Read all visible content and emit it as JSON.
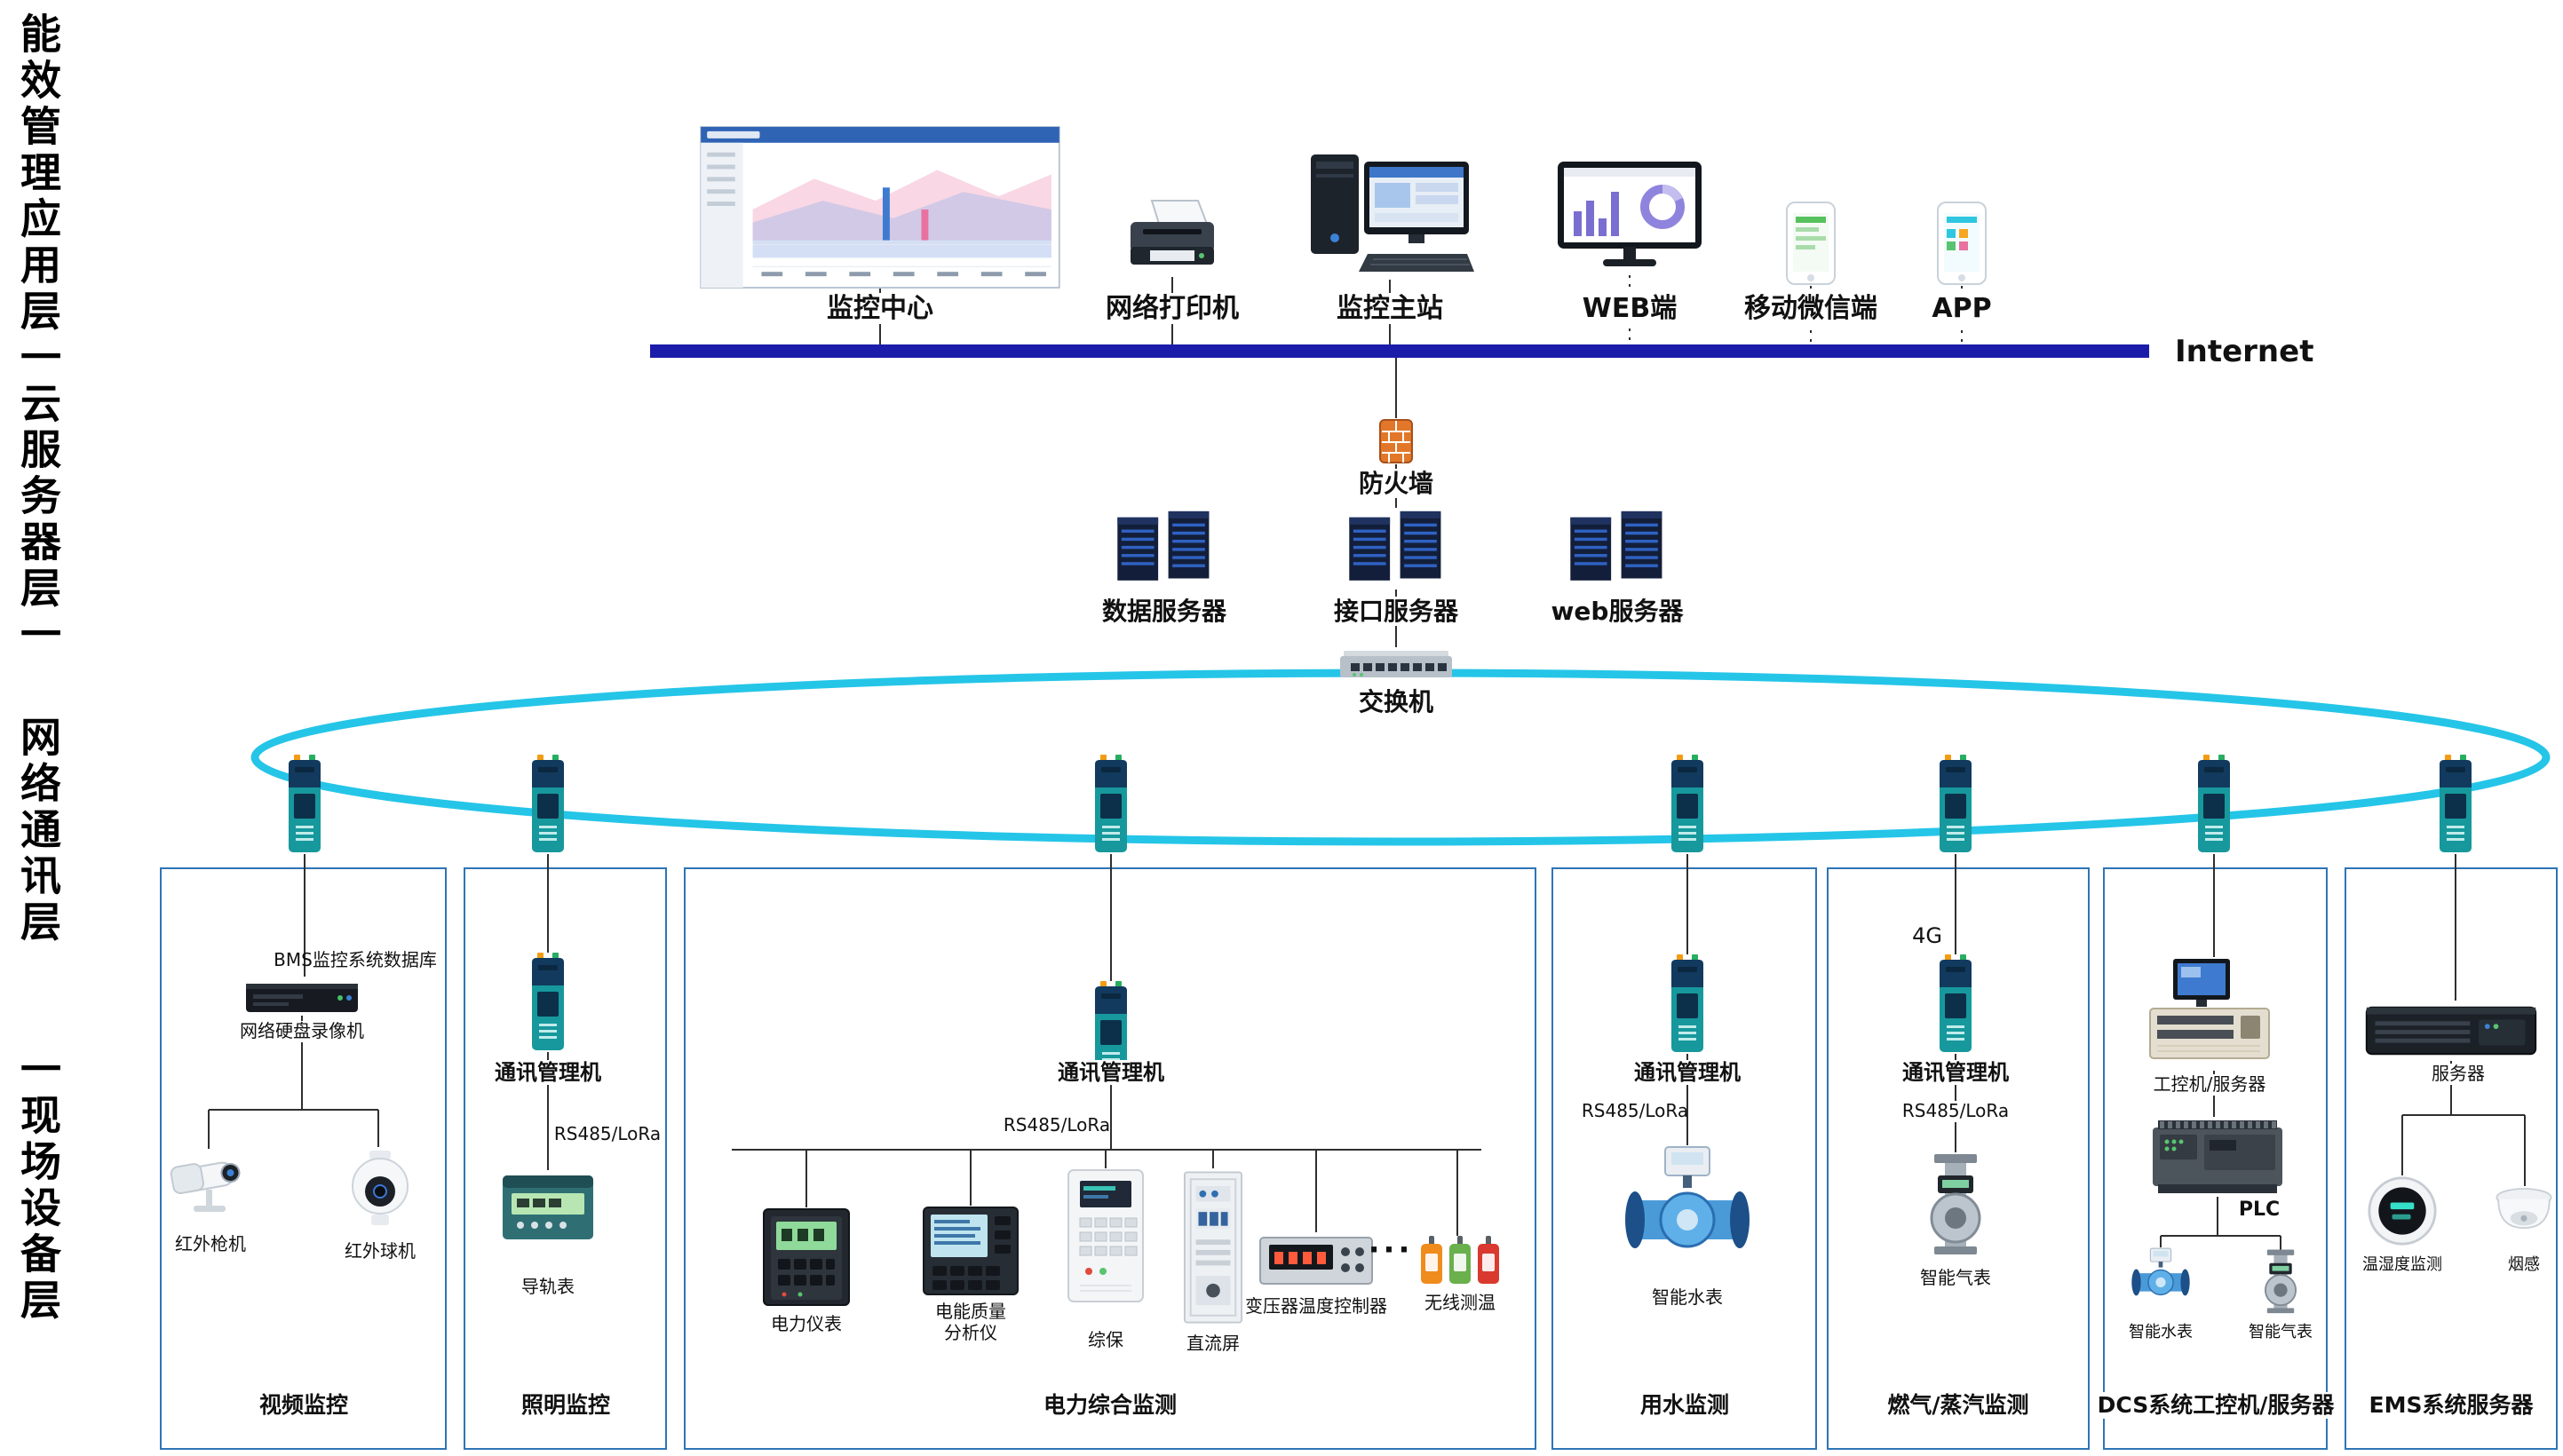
{
  "colors": {
    "internet_bar": "#1c1cab",
    "ring_cyan": "#25c5e8",
    "zone_border": "#2e75b6",
    "gateway_teal": "#17989c"
  },
  "side_labels": {
    "top": "能效管理应用层一云服务器层一",
    "middle": "网络通讯层",
    "bottom": "一现场设备层"
  },
  "top_row": {
    "monitor_center": "监控中心",
    "printer": "网络打印机",
    "master_station": "监控主站",
    "web": "WEB端",
    "wechat": "移动微信端",
    "app": "APP",
    "internet": "Internet"
  },
  "core": {
    "firewall": "防火墙",
    "data_server": "数据服务器",
    "interface_server": "接口服务器",
    "web_server": "web服务器",
    "switch": "交换机"
  },
  "zones": [
    {
      "title": "视频监控",
      "db": "BMS监控系统数据库",
      "nvr": "网络硬盘录像机",
      "cam1": "红外枪机",
      "cam2": "红外球机"
    },
    {
      "title": "照明监控",
      "gw": "通讯管理机",
      "bus": "RS485/LoRa",
      "meter": "导轨表"
    },
    {
      "title": "电力综合监测",
      "gw": "通讯管理机",
      "bus": "RS485/LoRa",
      "d1": "电力仪表",
      "d2": "电能质量分析仪",
      "d3": "综保",
      "d4": "直流屏",
      "d5": "变压器温度控制器",
      "dots": "···",
      "d6": "无线测温"
    },
    {
      "title": "用水监测",
      "gw": "通讯管理机",
      "bus": "RS485/LoRa",
      "d1": "智能水表"
    },
    {
      "title": "燃气/蒸汽监测",
      "net": "4G",
      "gw": "通讯管理机",
      "bus": "RS485/LoRa",
      "d1": "智能气表"
    },
    {
      "title": "DCS系统工控机/服务器",
      "ipc": "工控机/服务器",
      "plc": "PLC",
      "d1": "智能水表",
      "d2": "智能气表"
    },
    {
      "title": "EMS系统服务器",
      "server": "服务器",
      "d1": "温湿度监测",
      "d2": "烟感"
    }
  ]
}
